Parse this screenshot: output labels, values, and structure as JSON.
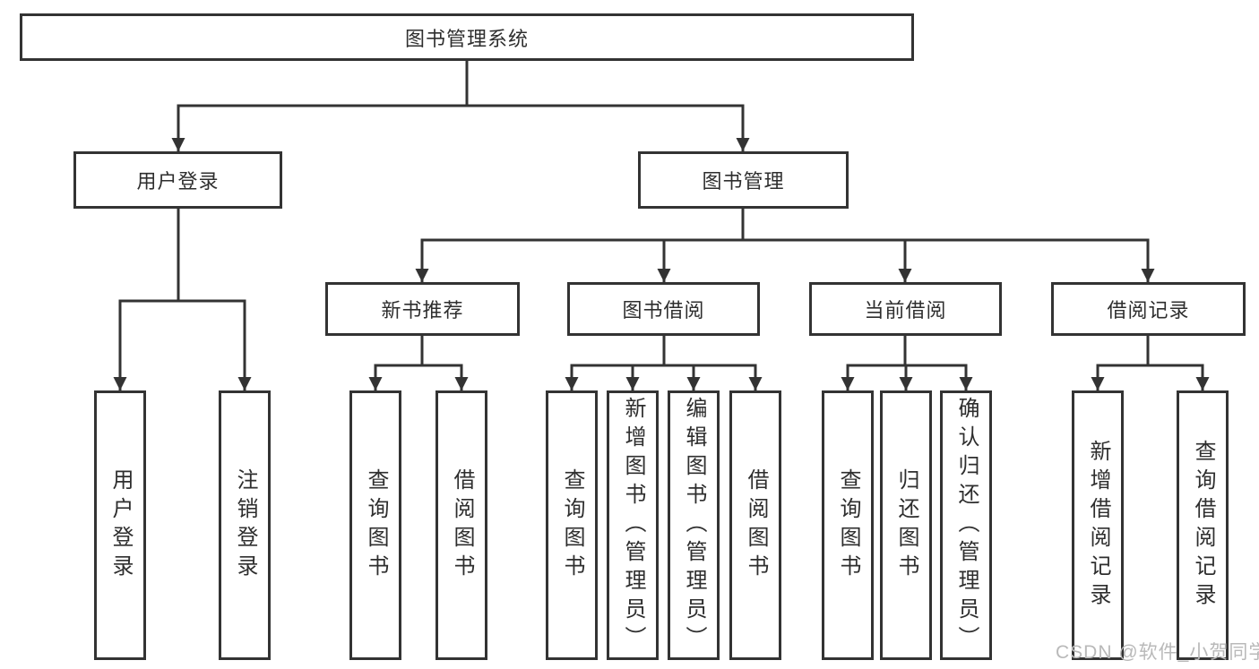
{
  "tree": {
    "root": {
      "label": "图书管理系统"
    },
    "branches": [
      {
        "label": "用户登录",
        "children": [
          {
            "label": "用户登录"
          },
          {
            "label": "注销登录"
          }
        ]
      },
      {
        "label": "图书管理",
        "children": [
          {
            "label": "新书推荐",
            "children": [
              {
                "label": "查询图书"
              },
              {
                "label": "借阅图书"
              }
            ]
          },
          {
            "label": "图书借阅",
            "children": [
              {
                "label": "查询图书"
              },
              {
                "label": "新增图书（管理员）"
              },
              {
                "label": "编辑图书（管理员）"
              },
              {
                "label": "借阅图书"
              }
            ]
          },
          {
            "label": "当前借阅",
            "children": [
              {
                "label": "查询图书"
              },
              {
                "label": "归还图书"
              },
              {
                "label": "确认归还（管理员）"
              }
            ]
          },
          {
            "label": "借阅记录",
            "children": [
              {
                "label": "新增借阅记录"
              },
              {
                "label": "查询借阅记录"
              }
            ]
          }
        ]
      }
    ]
  },
  "watermark": {
    "text": "CSDN @软件_小贺同学",
    "color": "#b9b9b9"
  },
  "colors": {
    "line": "#333333",
    "box_border": "#333333",
    "box_fill": "#ffffff",
    "text": "#2e2e2e",
    "background": "#ffffff"
  }
}
